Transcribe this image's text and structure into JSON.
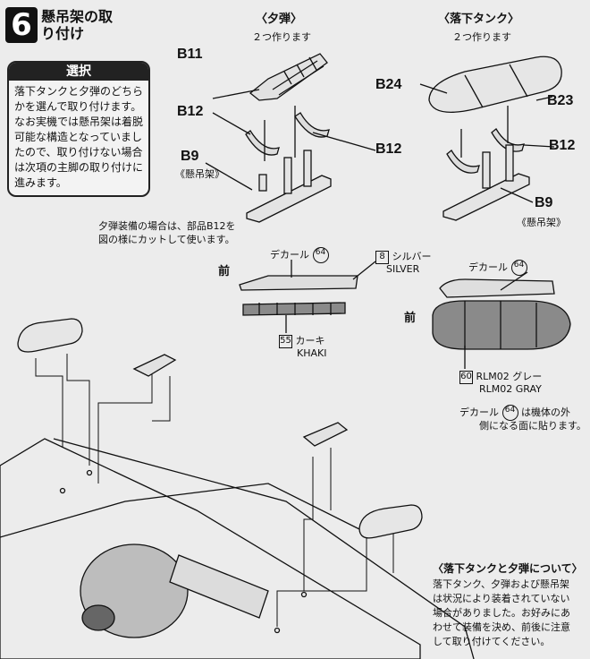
{
  "step": {
    "number": "6",
    "title": "懸吊架の取り付け"
  },
  "select_box": {
    "heading": "選択",
    "body": "落下タンクと夕弾のどちらかを選んで取り付けます。なお実機では懸吊架は着脱可能な構造となっていましたので、取り付けない場合は次項の主脚の取り付けに進みます。"
  },
  "bomb": {
    "title": "〈夕弾〉",
    "qty": "２つ作ります",
    "part_b11": "B11",
    "part_b12": "B12",
    "part_b9": "B9",
    "rack": "《懸吊架》"
  },
  "tank": {
    "title": "〈落下タンク〉",
    "qty": "２つ作ります",
    "part_b24": "B24",
    "part_b23": "B23",
    "part_b12": "B12",
    "part_b9": "B9",
    "rack": "《懸吊架》"
  },
  "cut_note": {
    "line1": "夕弾装備の場合は、部品B12を",
    "line2": "図の様にカットして使います。"
  },
  "bomb_paint": {
    "decal_label": "デカール",
    "decal_no": "64",
    "front": "前",
    "silver_no": "8",
    "silver_jp": "シルバー",
    "silver_en": "SILVER",
    "khaki_no": "55",
    "khaki_jp": "カーキ",
    "khaki_en": "KHAKI"
  },
  "tank_paint": {
    "decal_label": "デカール",
    "decal_no": "64",
    "front": "前",
    "gray_no": "60",
    "gray_jp": "RLM02 グレー",
    "gray_en": "RLM02 GRAY"
  },
  "decal_note": {
    "prefix": "デカール",
    "no": "64",
    "line1": "は機体の外",
    "line2": "側になる面に貼ります。"
  },
  "about": {
    "title": "〈落下タンクと夕弾について〉",
    "lines": [
      "落下タンク、夕弾および懸吊架",
      "は状況により装着されていない",
      "場合がありました。お好みにあ",
      "わせて装備を決め、前後に注意",
      "して取り付けてください。"
    ]
  }
}
